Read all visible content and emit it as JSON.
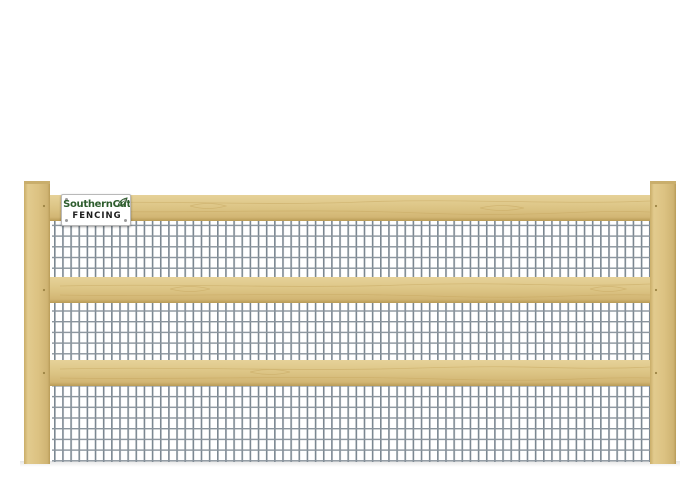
{
  "product": "wire mesh ranch rail fence panel",
  "logo": {
    "brand_part1": "Southern",
    "brand_part2": "Cut",
    "subtitle": "FENCING",
    "icon": "leaf-icon"
  },
  "colors": {
    "background": "#ffffff",
    "wood": "#dcc384",
    "wood_dark": "#b89a55",
    "mesh_wire": "#6f7a85",
    "brand_green": "#2e5d2e"
  },
  "fence": {
    "posts": 2,
    "rails": 3,
    "mesh_panels": 3
  }
}
